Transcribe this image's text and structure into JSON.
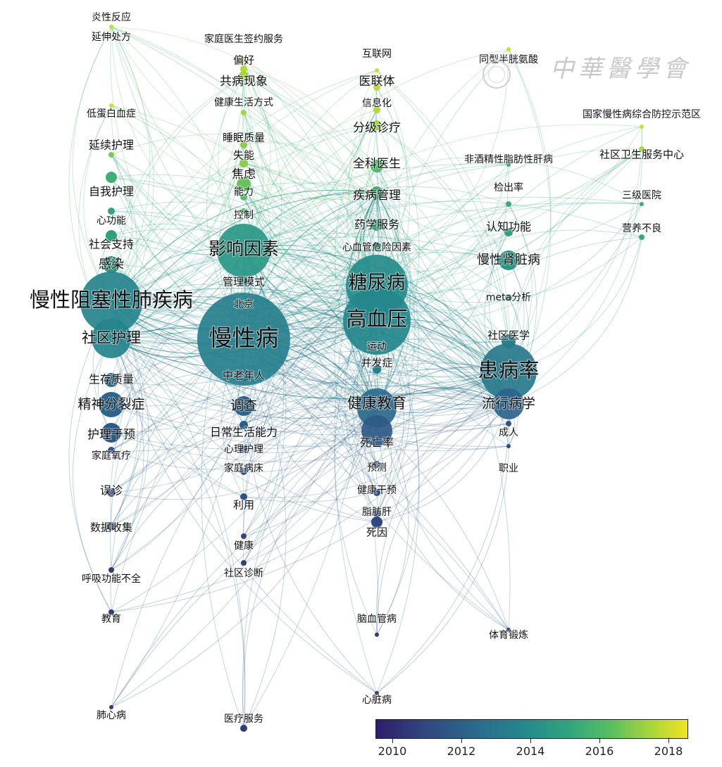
{
  "watermark": "中華醫學會",
  "colorbar": {
    "ticks": [
      "2010",
      "2012",
      "2014",
      "2016",
      "2018"
    ],
    "min": 2009.6,
    "max": 2018.5
  },
  "nodes": [
    {
      "id": "n01",
      "label": "炎性反应",
      "year": 2018
    },
    {
      "id": "n02",
      "label": "延伸处方",
      "year": 2018
    },
    {
      "id": "n03",
      "label": "家庭医生签约服务",
      "year": 2018
    },
    {
      "id": "n04",
      "label": "偏好",
      "year": 2017.6
    },
    {
      "id": "n05",
      "label": "共病现象",
      "year": 2017.4
    },
    {
      "id": "n06",
      "label": "健康生活方式",
      "year": 2017.4
    },
    {
      "id": "n07",
      "label": "睡眠质量",
      "year": 2017
    },
    {
      "id": "n08",
      "label": "失能",
      "year": 2017
    },
    {
      "id": "n09",
      "label": "焦虑",
      "year": 2016.5
    },
    {
      "id": "n10",
      "label": "能力",
      "year": 2016.3
    },
    {
      "id": "n11",
      "label": "控制",
      "year": 2016
    },
    {
      "id": "n12",
      "label": "互联网",
      "year": 2018
    },
    {
      "id": "n13",
      "label": "医联体",
      "year": 2017.8
    },
    {
      "id": "n14",
      "label": "信息化",
      "year": 2017.6
    },
    {
      "id": "n15",
      "label": "分级诊疗",
      "year": 2017.2
    },
    {
      "id": "n16",
      "label": "全科医生",
      "year": 2016
    },
    {
      "id": "n17",
      "label": "疾病管理",
      "year": 2015.5
    },
    {
      "id": "n18",
      "label": "药学服务",
      "year": 2015.2
    },
    {
      "id": "n19",
      "label": "同型半胱氨酸",
      "year": 2018
    },
    {
      "id": "n20",
      "label": "国家慢性病综合防控示范区",
      "year": 2018
    },
    {
      "id": "n21",
      "label": "非酒精性脂肪性肝病",
      "year": 2015.5
    },
    {
      "id": "n22",
      "label": "社区卫生服务中心",
      "year": 2017.5
    },
    {
      "id": "n23",
      "label": "检出率",
      "year": 2015.5
    },
    {
      "id": "n24",
      "label": "三级医院",
      "year": 2015.5
    },
    {
      "id": "n25",
      "label": "认知功能",
      "year": 2015
    },
    {
      "id": "n26",
      "label": "营养不良",
      "year": 2015.3
    },
    {
      "id": "n27",
      "label": "低蛋白血症",
      "year": 2018
    },
    {
      "id": "n28",
      "label": "延续护理",
      "year": 2016.8
    },
    {
      "id": "n29",
      "label": "自我护理",
      "year": 2015.6
    },
    {
      "id": "n30",
      "label": "心功能",
      "year": 2015.2
    },
    {
      "id": "n31",
      "label": "社会支持",
      "year": 2015
    },
    {
      "id": "n32",
      "label": "感染",
      "year": 2014.5
    },
    {
      "id": "n33",
      "label": "影响因素",
      "year": 2014.5
    },
    {
      "id": "n34",
      "label": "心血管危险因素",
      "year": 2014.5
    },
    {
      "id": "n35",
      "label": "慢性肾脏病",
      "year": 2014.5
    },
    {
      "id": "n36",
      "label": "管理模式",
      "year": 2014
    },
    {
      "id": "n37",
      "label": "糖尿病",
      "year": 2014
    },
    {
      "id": "n38",
      "label": "慢性阻塞性肺疾病",
      "year": 2013.6
    },
    {
      "id": "n39",
      "label": "北京",
      "year": 2013.4
    },
    {
      "id": "n40",
      "label": "meta分析",
      "year": 2015
    },
    {
      "id": "n41",
      "label": "高血压",
      "year": 2013.8
    },
    {
      "id": "n42",
      "label": "慢性病",
      "year": 2013.4
    },
    {
      "id": "n43",
      "label": "社区医学",
      "year": 2013.5
    },
    {
      "id": "n44",
      "label": "社区护理",
      "year": 2013.6
    },
    {
      "id": "n45",
      "label": "运动",
      "year": 2013.5
    },
    {
      "id": "n46",
      "label": "并发症",
      "year": 2013.3
    },
    {
      "id": "n47",
      "label": "患病率",
      "year": 2013.2
    },
    {
      "id": "n48",
      "label": "中老年人",
      "year": 2013
    },
    {
      "id": "n49",
      "label": "生存质量",
      "year": 2012.6
    },
    {
      "id": "n50",
      "label": "精神分裂症",
      "year": 2012.2
    },
    {
      "id": "n51",
      "label": "调查",
      "year": 2012.2
    },
    {
      "id": "n52",
      "label": "健康教育",
      "year": 2012.4
    },
    {
      "id": "n53",
      "label": "流行病学",
      "year": 2012.2
    },
    {
      "id": "n54",
      "label": "日常生活能力",
      "year": 2012
    },
    {
      "id": "n55",
      "label": "护理干预",
      "year": 2011.8
    },
    {
      "id": "n56",
      "label": "心理护理",
      "year": 2011.5
    },
    {
      "id": "n57",
      "label": "死亡率",
      "year": 2011.8
    },
    {
      "id": "n58",
      "label": "成人",
      "year": 2011.5
    },
    {
      "id": "n59",
      "label": "家庭氧疗",
      "year": 2011.5
    },
    {
      "id": "n60",
      "label": "家庭病床",
      "year": 2011.5
    },
    {
      "id": "n61",
      "label": "预测",
      "year": 2011.5
    },
    {
      "id": "n62",
      "label": "职业",
      "year": 2011.2
    },
    {
      "id": "n63",
      "label": "误诊",
      "year": 2011.2
    },
    {
      "id": "n64",
      "label": "健康干预",
      "year": 2011.2
    },
    {
      "id": "n65",
      "label": "利用",
      "year": 2011.5
    },
    {
      "id": "n66",
      "label": "脂肪肝",
      "year": 2011.2
    },
    {
      "id": "n67",
      "label": "数据收集",
      "year": 2011.2
    },
    {
      "id": "n68",
      "label": "死因",
      "year": 2011
    },
    {
      "id": "n69",
      "label": "健康",
      "year": 2011
    },
    {
      "id": "n70",
      "label": "社区诊断",
      "year": 2010.8
    },
    {
      "id": "n71",
      "label": "呼吸功能不全",
      "year": 2010.6
    },
    {
      "id": "n72",
      "label": "教育",
      "year": 2010.6
    },
    {
      "id": "n73",
      "label": "脑血管病",
      "year": 2010.6
    },
    {
      "id": "n74",
      "label": "体育锻炼",
      "year": 2010.5
    },
    {
      "id": "n75",
      "label": "心脏病",
      "year": 2010.5
    },
    {
      "id": "n76",
      "label": "肺心病",
      "year": 2010.5
    },
    {
      "id": "n77",
      "label": "医疗服务",
      "year": 2010.6
    }
  ]
}
